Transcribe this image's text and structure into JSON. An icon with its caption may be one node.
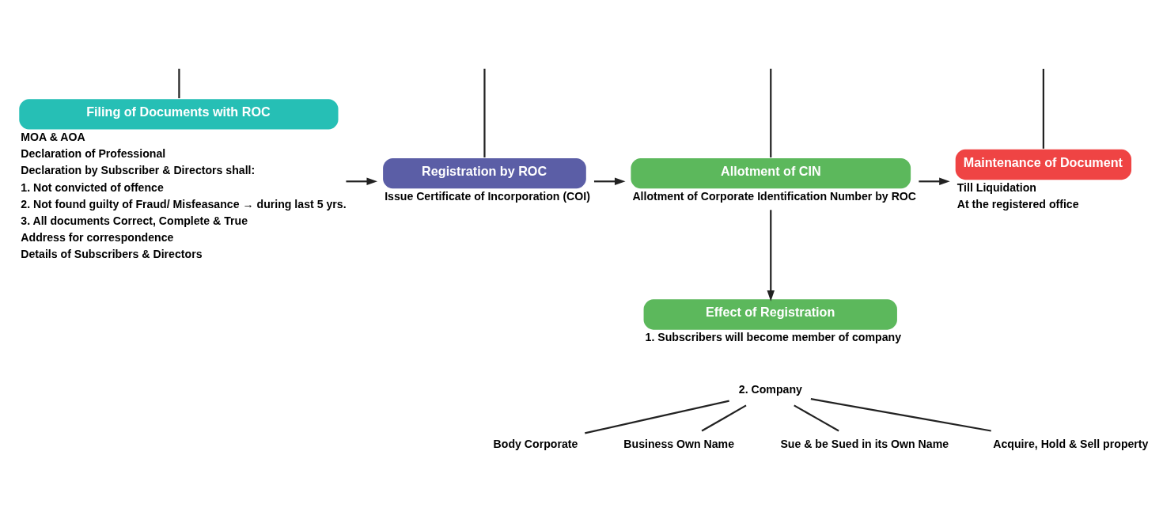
{
  "diagram": {
    "nodes": [
      {
        "text": [
          "Filing of Documents with ROC"
        ],
        "beside": [
          "MOA & AOA",
          "Declaration of Professional",
          "Declaration by Subscriber & Directors shall:",
          "1. Not convicted of offence",
          "2. Not found guilty of Fraud/ Misfeasance → during last 5 yrs.",
          "3. All documents Correct, Complete & True",
          "Address for correspondence",
          "Details of Subscribers & Directors"
        ]
      },
      {
        "text": [
          "Registration by ROC"
        ],
        "beside": [
          "Issue Certificate of Incorporation (COI)"
        ]
      },
      {
        "text": [
          "Allotment of CIN"
        ],
        "beside": [
          "Allotment of Corporate Identification Number by ROC"
        ]
      },
      {
        "text": [
          "Maintenance of Document"
        ],
        "beside": [
          "Till Liquidation",
          "At the registered office"
        ]
      },
      {
        "text": [
          "Effect of Registration"
        ],
        "beside": [
          "1. Subscribers will become member of company"
        ]
      },
      {
        "text": [
          "2. Company"
        ]
      },
      {
        "text": [
          "Body Corporate"
        ]
      },
      {
        "text": [
          "Business Own Name"
        ]
      },
      {
        "text": [
          "Sue & be Sued in its Own Name"
        ]
      },
      {
        "text": [
          "Acquire, Hold & Sell property"
        ]
      }
    ],
    "edges": [
      {
        "from": null,
        "to": 0,
        "arrow": "none"
      },
      {
        "from": null,
        "to": 1,
        "arrow": "none"
      },
      {
        "from": null,
        "to": 2,
        "arrow": "none"
      },
      {
        "from": null,
        "to": 3,
        "arrow": "none"
      },
      {
        "from": 0,
        "to": 1,
        "arrow": "to"
      },
      {
        "from": 1,
        "to": 2,
        "arrow": "to"
      },
      {
        "from": 2,
        "to": 3,
        "arrow": "to"
      },
      {
        "from": 2,
        "to": 4,
        "arrow": "to"
      },
      {
        "from": 5,
        "to": 6,
        "arrow": "none"
      },
      {
        "from": 5,
        "to": 7,
        "arrow": "none"
      },
      {
        "from": 5,
        "to": 8,
        "arrow": "none"
      },
      {
        "from": 5,
        "to": 9,
        "arrow": "none"
      }
    ]
  }
}
